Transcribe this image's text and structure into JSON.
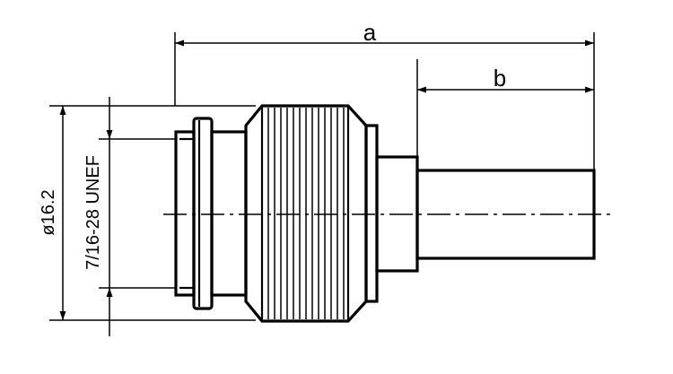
{
  "drawing": {
    "line_color": "#000000",
    "background": "#ffffff",
    "dimensions": {
      "length_overall": "a",
      "length_cable": "b",
      "outer_diameter": "ø16.2",
      "thread_spec": "7/16-28 UNEF"
    }
  }
}
